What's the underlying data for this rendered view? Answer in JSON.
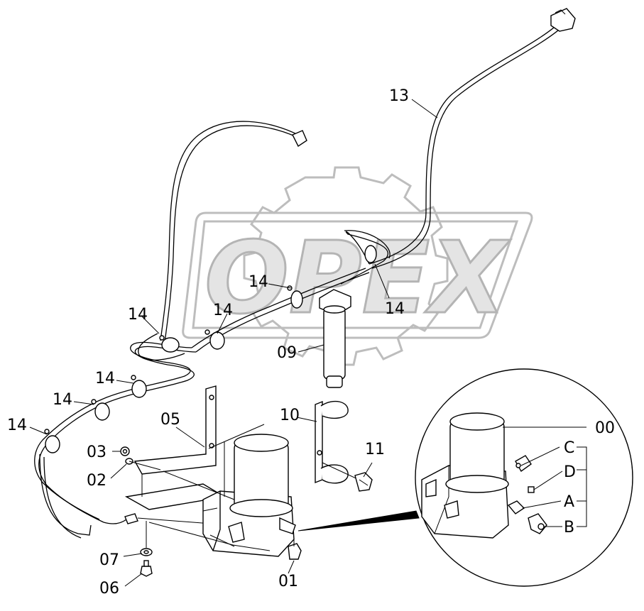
{
  "watermark": {
    "text": "OPEX"
  },
  "callouts": {
    "c00": "00",
    "c01": "01",
    "c02": "02",
    "c03": "03",
    "c05": "05",
    "c06": "06",
    "c07": "07",
    "c09": "09",
    "c10": "10",
    "c11": "11",
    "c13": "13",
    "c14": "14",
    "cA": "A",
    "cB": "B",
    "cC": "C",
    "cD": "D"
  }
}
